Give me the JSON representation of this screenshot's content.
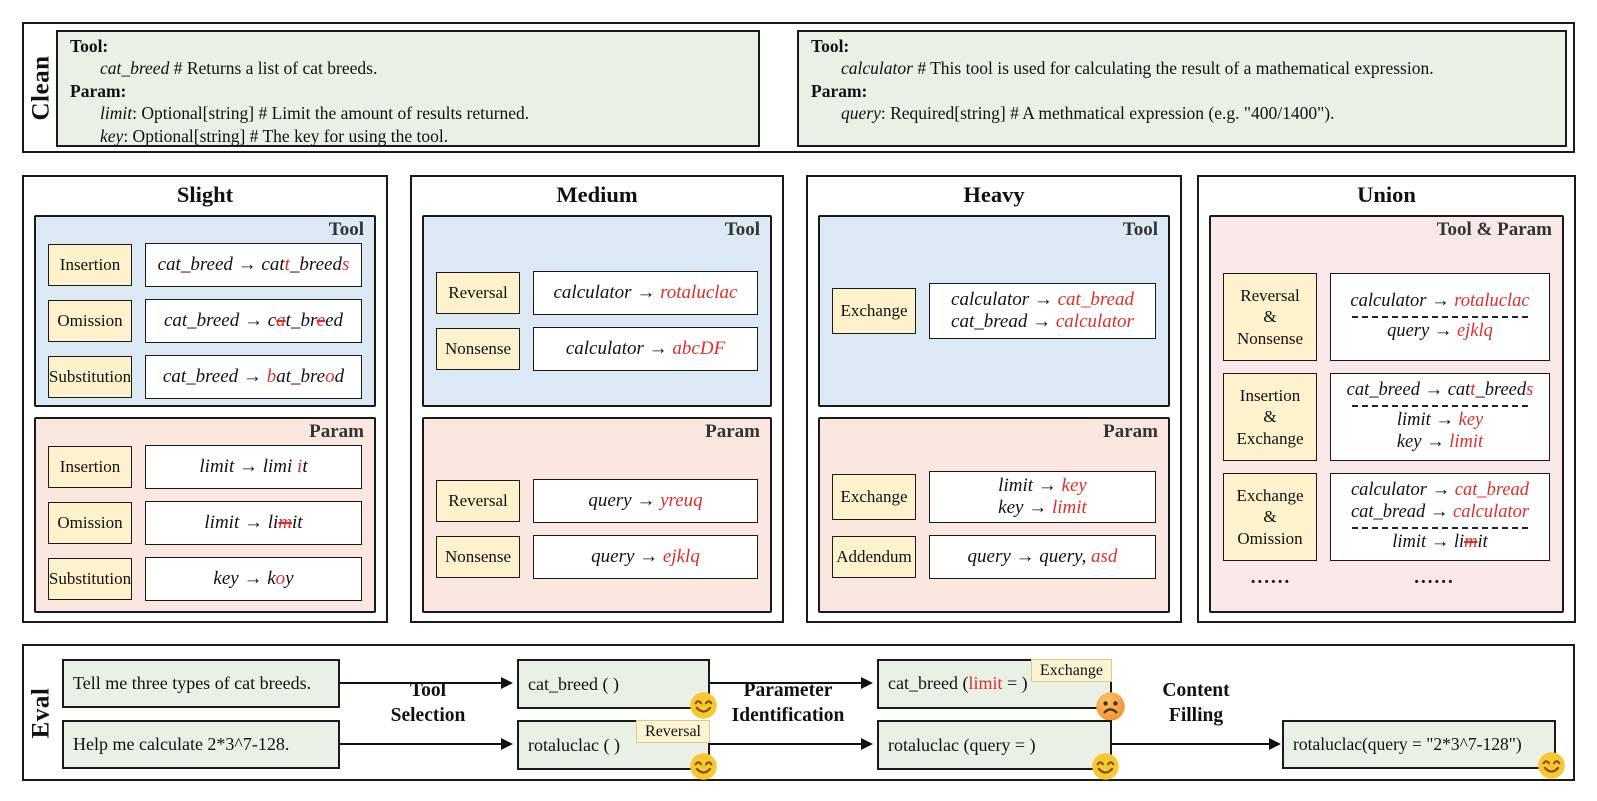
{
  "clean": {
    "side_label": "Clean",
    "left": {
      "tool_heading": "Tool:",
      "tool_name": "cat_breed",
      "tool_desc": " # Returns a list of cat breeds.",
      "param_heading": "Param:",
      "params": [
        {
          "name": "limit",
          "desc": ": Optional[string] # Limit the amount of results returned."
        },
        {
          "name": "key",
          "desc": ": Optional[string] # The key for using the tool."
        }
      ]
    },
    "right": {
      "tool_heading": "Tool:",
      "tool_name": "calculator",
      "tool_desc": " # This tool is used for calculating the result of a mathematical expression.",
      "param_heading": "Param:",
      "params": [
        {
          "name": "query",
          "desc": ": Required[string] # A methmatical expression (e.g. \"400/1400\")."
        }
      ]
    }
  },
  "slight": {
    "title": "Slight",
    "tool_label": "Tool",
    "param_label": "Param",
    "tool_rows": [
      {
        "label": "Insertion",
        "segments": [
          {
            "t": "cat_breed → cat"
          },
          {
            "t": "t",
            "c": "red"
          },
          {
            "t": "_breed"
          },
          {
            "t": "s",
            "c": "red"
          }
        ]
      },
      {
        "label": "Omission",
        "segments": [
          {
            "t": "cat_breed → c"
          },
          {
            "t": "a",
            "c": "red-strike"
          },
          {
            "t": "t_br"
          },
          {
            "t": "e",
            "c": "red-strike"
          },
          {
            "t": "ed"
          }
        ]
      },
      {
        "label": "Substitution",
        "segments": [
          {
            "t": "cat_breed → "
          },
          {
            "t": "b",
            "c": "red"
          },
          {
            "t": "at_bre"
          },
          {
            "t": "o",
            "c": "red"
          },
          {
            "t": "d"
          }
        ]
      }
    ],
    "param_rows": [
      {
        "label": "Insertion",
        "segments": [
          {
            "t": "limit → limi "
          },
          {
            "t": "i",
            "c": "red"
          },
          {
            "t": "t"
          }
        ]
      },
      {
        "label": "Omission",
        "segments": [
          {
            "t": "limit → li"
          },
          {
            "t": "m",
            "c": "red-strike"
          },
          {
            "t": "it"
          }
        ]
      },
      {
        "label": "Substitution",
        "segments": [
          {
            "t": "key → k"
          },
          {
            "t": "o",
            "c": "red"
          },
          {
            "t": "y"
          }
        ]
      }
    ]
  },
  "medium": {
    "title": "Medium",
    "tool_label": "Tool",
    "param_label": "Param",
    "tool_rows": [
      {
        "label": "Reversal",
        "segments": [
          {
            "t": "calculator → "
          },
          {
            "t": "rotaluclac",
            "c": "red"
          }
        ]
      },
      {
        "label": "Nonsense",
        "segments": [
          {
            "t": "calculator → "
          },
          {
            "t": "abcDF",
            "c": "red"
          }
        ]
      }
    ],
    "param_rows": [
      {
        "label": "Reversal",
        "segments": [
          {
            "t": "query → "
          },
          {
            "t": "yreuq",
            "c": "red"
          }
        ]
      },
      {
        "label": "Nonsense",
        "segments": [
          {
            "t": "query → "
          },
          {
            "t": "ejklq",
            "c": "red"
          }
        ]
      }
    ]
  },
  "heavy": {
    "title": "Heavy",
    "tool_label": "Tool",
    "param_label": "Param",
    "tool_rows": [
      {
        "label": "Exchange",
        "lines": [
          [
            {
              "t": "calculator → "
            },
            {
              "t": "cat_bread",
              "c": "red"
            }
          ],
          [
            {
              "t": "cat_bread → "
            },
            {
              "t": "calculator",
              "c": "red"
            }
          ]
        ]
      }
    ],
    "param_rows": [
      {
        "label": "Exchange",
        "lines": [
          [
            {
              "t": "limit → "
            },
            {
              "t": "key",
              "c": "red"
            }
          ],
          [
            {
              "t": "key → "
            },
            {
              "t": "limit",
              "c": "red"
            }
          ]
        ]
      },
      {
        "label": "Addendum",
        "lines": [
          [
            {
              "t": "query → query, "
            },
            {
              "t": "asd",
              "c": "red"
            }
          ]
        ]
      }
    ]
  },
  "union": {
    "title": "Union",
    "corner_label": "Tool & Param",
    "rows": [
      {
        "label_lines": [
          "Reversal",
          "&",
          "Nonsense"
        ],
        "top_lines": [
          [
            {
              "t": "calculator → "
            },
            {
              "t": "rotaluclac",
              "c": "red"
            }
          ]
        ],
        "bottom_lines": [
          [
            {
              "t": "query → "
            },
            {
              "t": "ejklq",
              "c": "red"
            }
          ]
        ]
      },
      {
        "label_lines": [
          "Insertion",
          "&",
          "Exchange"
        ],
        "top_lines": [
          [
            {
              "t": "cat_breed → cat"
            },
            {
              "t": "t",
              "c": "red"
            },
            {
              "t": "_breed"
            },
            {
              "t": "s",
              "c": "red"
            }
          ]
        ],
        "bottom_lines": [
          [
            {
              "t": "limit → "
            },
            {
              "t": "key",
              "c": "red"
            }
          ],
          [
            {
              "t": "key → "
            },
            {
              "t": "limit",
              "c": "red"
            }
          ]
        ]
      },
      {
        "label_lines": [
          "Exchange",
          "&",
          "Omission"
        ],
        "top_lines": [
          [
            {
              "t": "calculator → "
            },
            {
              "t": "cat_bread",
              "c": "red"
            }
          ],
          [
            {
              "t": "cat_bread → "
            },
            {
              "t": "calculator",
              "c": "red"
            }
          ]
        ],
        "bottom_lines": [
          [
            {
              "t": "limit → li"
            },
            {
              "t": "m",
              "c": "red-strike"
            },
            {
              "t": "it"
            }
          ]
        ]
      }
    ],
    "ellipsis_left": "......",
    "ellipsis_right": "......"
  },
  "eval": {
    "side_label": "Eval",
    "queries": [
      "Tell me three types of cat breeds.",
      "Help me calculate 2*3^7-128."
    ],
    "stage_labels": [
      [
        "Tool",
        "Selection"
      ],
      [
        "Parameter",
        "Identification"
      ],
      [
        "Content",
        "Filling"
      ]
    ],
    "calls": {
      "cat_breed_empty": "cat_breed ( )",
      "rotaluclac_empty": "rotaluclac ( )",
      "cat_breed_limit_segments": [
        {
          "t": "cat_breed ("
        },
        {
          "t": "limit",
          "c": "red"
        },
        {
          "t": " = )"
        }
      ],
      "rotaluclac_query": "rotaluclac (query = )",
      "final_call": "rotaluclac(query = \"2*3^7-128\")"
    },
    "tags": {
      "reversal": "Reversal",
      "exchange": "Exchange"
    }
  }
}
